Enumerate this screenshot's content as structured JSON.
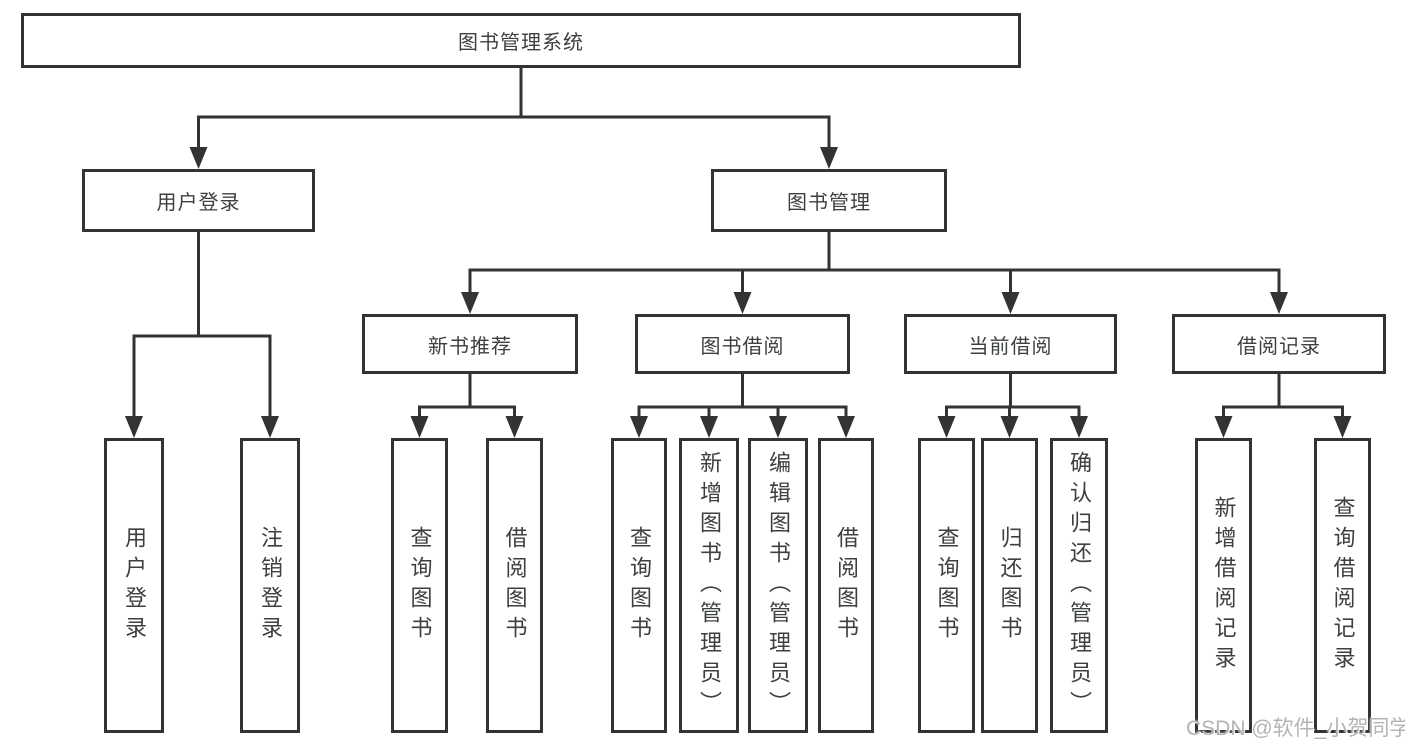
{
  "diagram_title": "图书管理系统",
  "tree": {
    "root": {
      "label": "图书管理系统",
      "children": [
        {
          "label": "用户登录",
          "children": [
            {
              "label": "用户登录"
            },
            {
              "label": "注销登录"
            }
          ]
        },
        {
          "label": "图书管理",
          "children": [
            {
              "label": "新书推荐",
              "children": [
                {
                  "label": "查询图书"
                },
                {
                  "label": "借阅图书"
                }
              ]
            },
            {
              "label": "图书借阅",
              "children": [
                {
                  "label": "查询图书"
                },
                {
                  "label": "新增图书（管理员）"
                },
                {
                  "label": "编辑图书（管理员）"
                },
                {
                  "label": "借阅图书"
                }
              ]
            },
            {
              "label": "当前借阅",
              "children": [
                {
                  "label": "查询图书"
                },
                {
                  "label": "归还图书"
                },
                {
                  "label": "确认归还（管理员）"
                }
              ]
            },
            {
              "label": "借阅记录",
              "children": [
                {
                  "label": "新增借阅记录"
                },
                {
                  "label": "查询借阅记录"
                }
              ]
            }
          ]
        }
      ]
    }
  },
  "watermark": {
    "text": "CSDN @软件_小贺同学"
  },
  "colors": {
    "line": "#313335",
    "text": "#3d4043",
    "watermark": "#b4b4b4",
    "background": "#ffffff"
  }
}
